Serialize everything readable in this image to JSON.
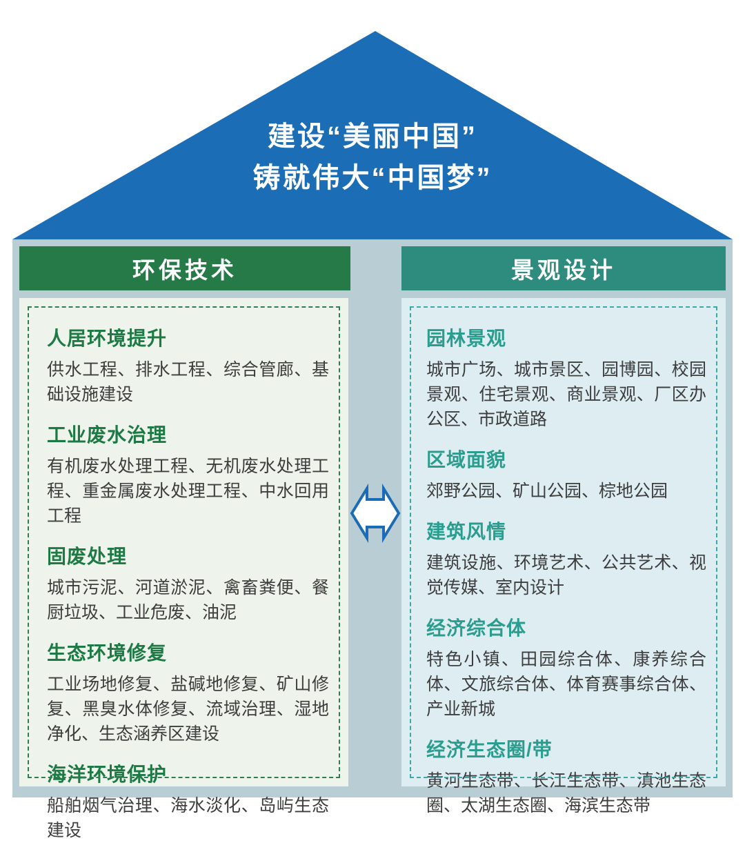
{
  "roof": {
    "line1": "建设“美丽中国”",
    "line2": "铸就伟大“中国梦”"
  },
  "columns": [
    {
      "header": "环保技术",
      "sections": [
        {
          "title": "人居环境提升",
          "body": "供水工程、排水工程、综合管廊、基础设施建设"
        },
        {
          "title": "工业废水治理",
          "body": "有机废水处理工程、无机废水处理工程、重金属废水处理工程、中水回用工程"
        },
        {
          "title": "固废处理",
          "body": "城市污泥、河道淤泥、禽畜粪便、餐厨垃圾、工业危废、油泥"
        },
        {
          "title": "生态环境修复",
          "body": "工业场地修复、盐碱地修复、矿山修复、黑臭水体修复、流域治理、湿地净化、生态涵养区建设"
        },
        {
          "title": "海洋环境保护",
          "body": "船舶烟气治理、海水淡化、岛屿生态建设"
        }
      ]
    },
    {
      "header": "景观设计",
      "sections": [
        {
          "title": "园林景观",
          "body": "城市广场、城市景区、园博园、校园景观、住宅景观、商业景观、厂区办公区、市政道路"
        },
        {
          "title": "区域面貌",
          "body": "郊野公园、矿山公园、棕地公园"
        },
        {
          "title": "建筑风情",
          "body": "建筑设施、环境艺术、公共艺术、视觉传媒、室内设计"
        },
        {
          "title": "经济综合体",
          "body": "特色小镇、田园综合体、康养综合体、文旅综合体、体育赛事综合体、产业新城"
        },
        {
          "title": "经济生态圈/带",
          "body": "黄河生态带、长江生态带、滇池生态圈、太湖生态圈、海滨生态带"
        }
      ]
    }
  ],
  "icons": {
    "arrow": "left-right-arrow"
  },
  "colors": {
    "roof_blue": "#1b6db6",
    "house_body": "#b9cdd5",
    "env_header_green": "#257a48",
    "env_panel_bg": "#eef4eb",
    "env_title_green": "#1e7a45",
    "env_dash_border": "#2e7d4f",
    "landscape_header_teal": "#2e8c7f",
    "landscape_panel_bg": "#ddedf2",
    "landscape_title_teal": "#2b9d8f",
    "landscape_dash_border": "#3aa8a8",
    "body_text": "#3d3d3d",
    "roof_text": "#ffffff"
  }
}
